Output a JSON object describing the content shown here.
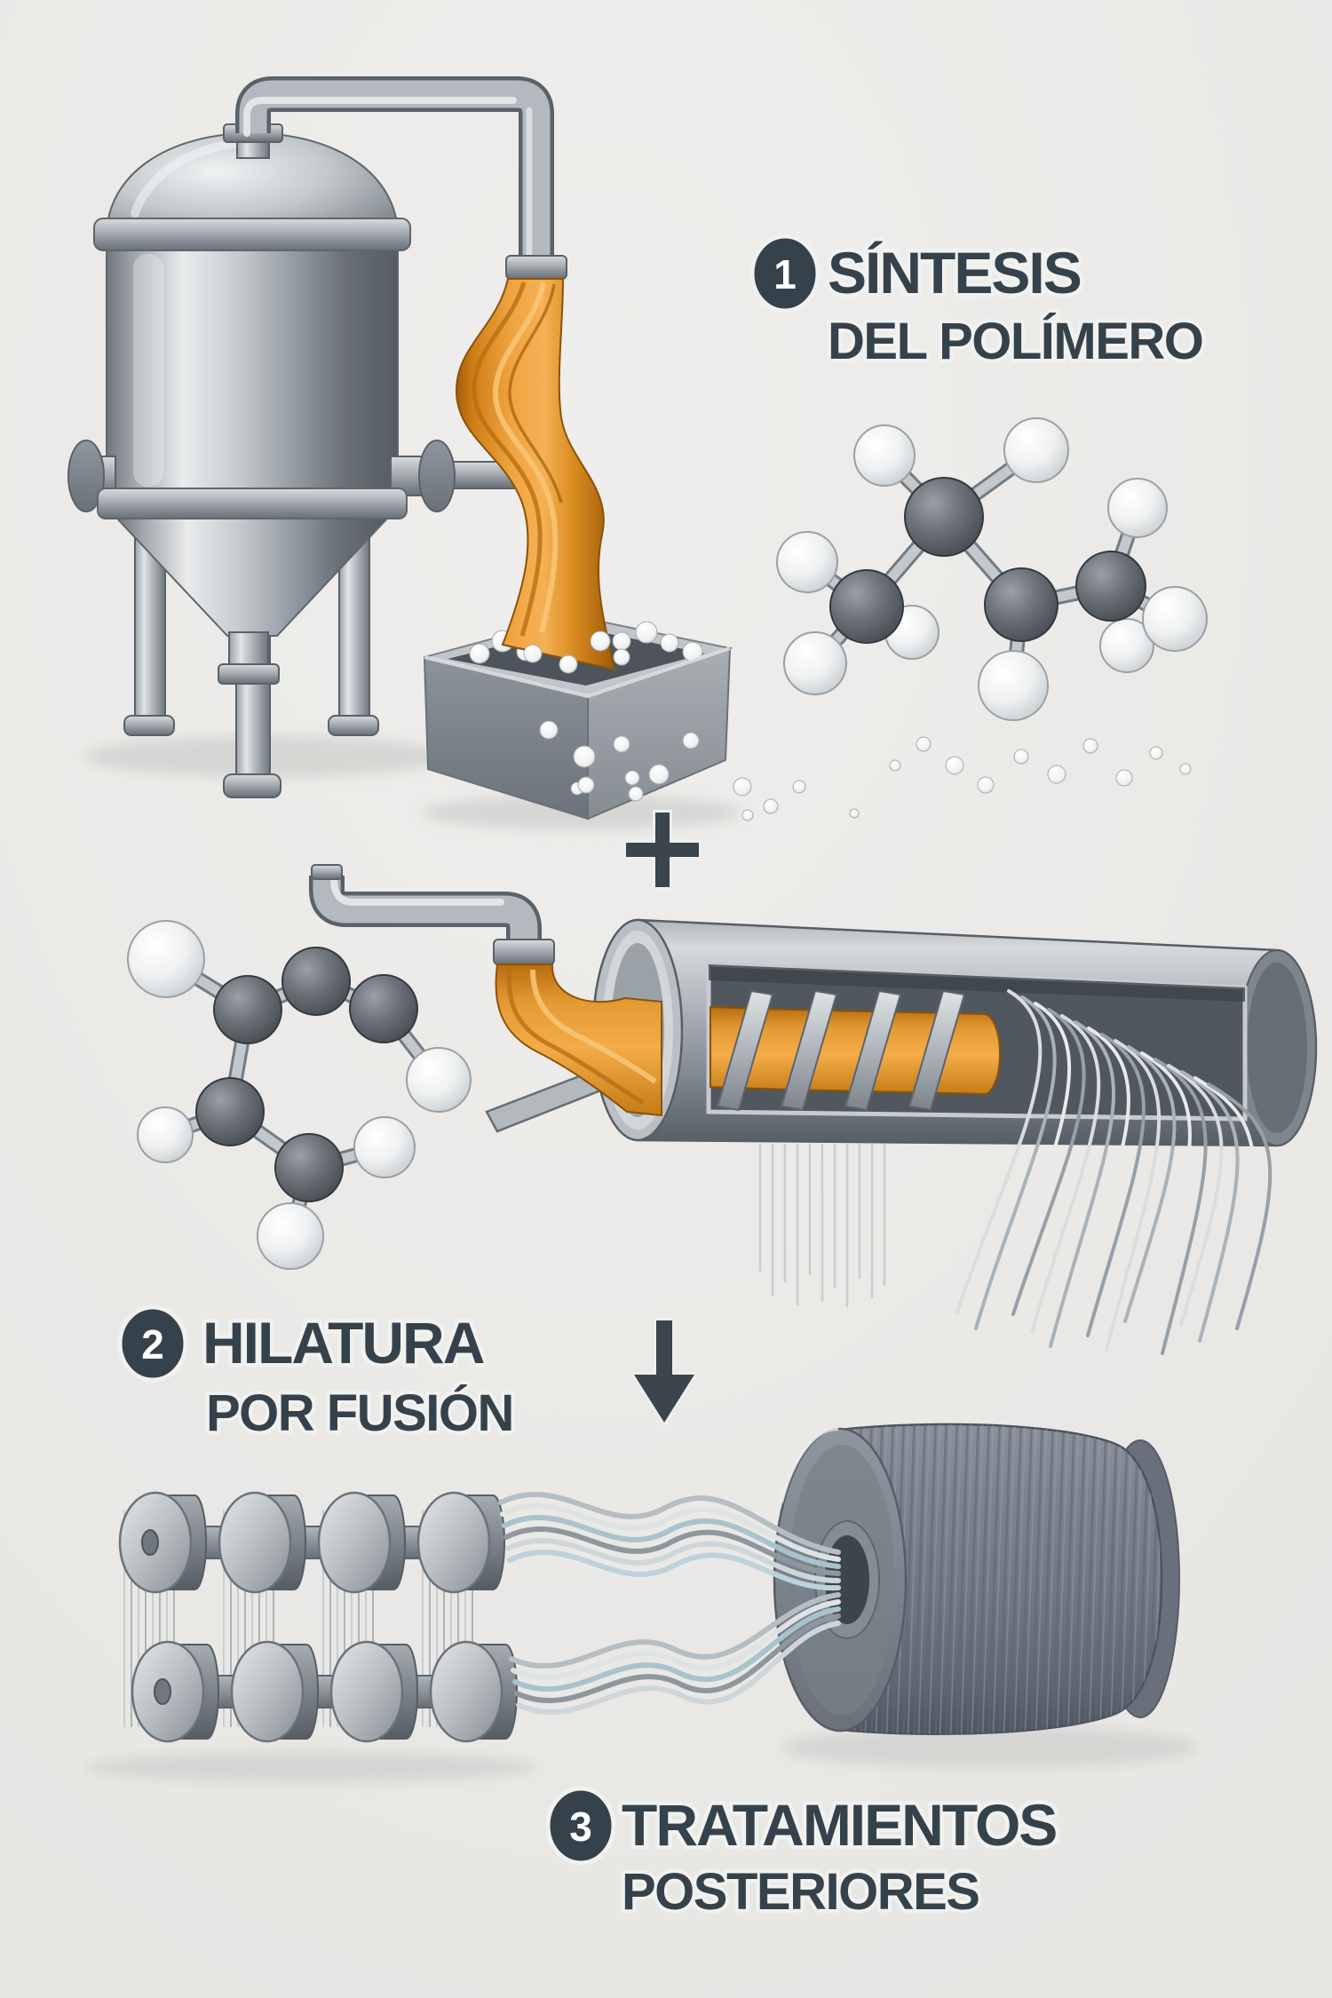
{
  "figure": {
    "type": "process-infographic",
    "language": "es",
    "background_color": "#e9e8e5",
    "ink_color": "#36424b",
    "accent_orange": "#e8952f",
    "metal_gray": "#a9aeb4",
    "fiber_highlight": "#c9d8de",
    "pellet_color": "#f3f4f2"
  },
  "steps": [
    {
      "number": "1",
      "title_line1": "SÍNTESIS",
      "title_line2": "DEL POLÍMERO",
      "scene": "reactor-tank-pouring-molten-polymer-into-pellet-tray-beside-molecule-model"
    },
    {
      "number": "2",
      "title_line1": "HILATURA",
      "title_line2": "POR FUSIÓN",
      "scene": "molecule-feeding-melt-extruder-spinning-fibers"
    },
    {
      "number": "3",
      "title_line1": "TRATAMIENTOS",
      "title_line2": "POSTERIORES",
      "scene": "draw-rollers-winding-fibers-onto-spool"
    }
  ],
  "connectors": {
    "plus_icon": "+",
    "arrow_down_icon": "↓"
  }
}
